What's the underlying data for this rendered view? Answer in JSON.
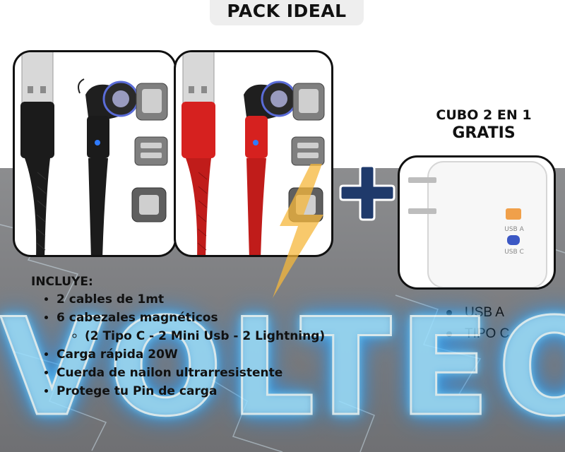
{
  "title": "PACK IDEAL",
  "brand_text": "VOLTEO",
  "includes": {
    "header": "INCLUYE:",
    "items": [
      "2 cables de 1mt",
      "6 cabezales magnéticos",
      "Carga rápida 20W",
      "Cuerda de nailon ultrarresistente",
      "Protege tu Pin de carga"
    ],
    "sub_item": "(2 Tipo C - 2 Mini Usb - 2 Lightning)"
  },
  "cube": {
    "title_line1": "CUBO 2 EN 1",
    "title_line2": "GRATIS",
    "port_label_a": "USB A",
    "port_label_c": "USB C",
    "features": [
      "USB A",
      "TIPO C"
    ]
  },
  "colors": {
    "cable_black": "#1b1b1b",
    "cable_red": "#d6211f",
    "plus_blue": "#1f3a6b",
    "bolt_yellow": "#f5b73b",
    "glow_blue": "#3cb6ff",
    "usb_port_orange": "#f0a04a",
    "usb_port_blue": "#3b57c4"
  },
  "icons": [
    "plus-icon",
    "lightning-bolt-icon",
    "usb-plug-icon",
    "magnetic-connector-icon"
  ]
}
